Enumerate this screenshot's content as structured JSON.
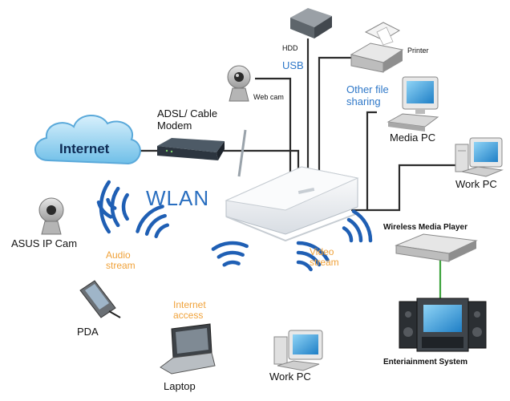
{
  "labels": {
    "internet": "Internet",
    "modem": "ADSL/ Cable\nModem",
    "hdd": "HDD",
    "usb": "USB",
    "printer": "Printer",
    "webcam": "Web cam",
    "other_file_sharing": "Other file\nsharing",
    "media_pc": "Media PC",
    "work_pc_right": "Work PC",
    "wlan": "WLAN",
    "asus_ip_cam": "ASUS IP Cam",
    "audio_stream": "Audio\nstream",
    "video_stream": "Video\nstream",
    "internet_access": "Internet\naccess",
    "pda": "PDA",
    "laptop": "Laptop",
    "work_pc_bottom": "Work PC",
    "wireless_media_player": "Wireless Media Player",
    "entertainment_system": "Enteriainment System"
  },
  "colors": {
    "cable": "#2b2b2b",
    "wireless_wave": "#1f5fb4",
    "blue_label": "#2f78c8",
    "orange_label": "#f0a23a",
    "cloud": "#8fd0f2",
    "router": "#f2f4f6",
    "screen": "#2e93d6"
  }
}
